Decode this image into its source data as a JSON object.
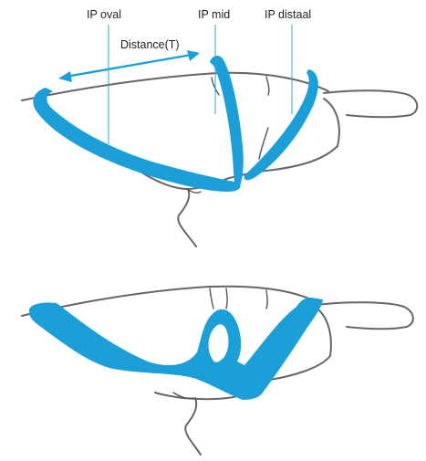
{
  "labels": {
    "ip_oval": "IP oval",
    "ip_mid": "IP mid",
    "ip_distal": "IP distaal",
    "distance": "Distance(T)"
  },
  "colors": {
    "accent": "#1a9fd9",
    "outline": "#666666",
    "background": "#ffffff"
  }
}
